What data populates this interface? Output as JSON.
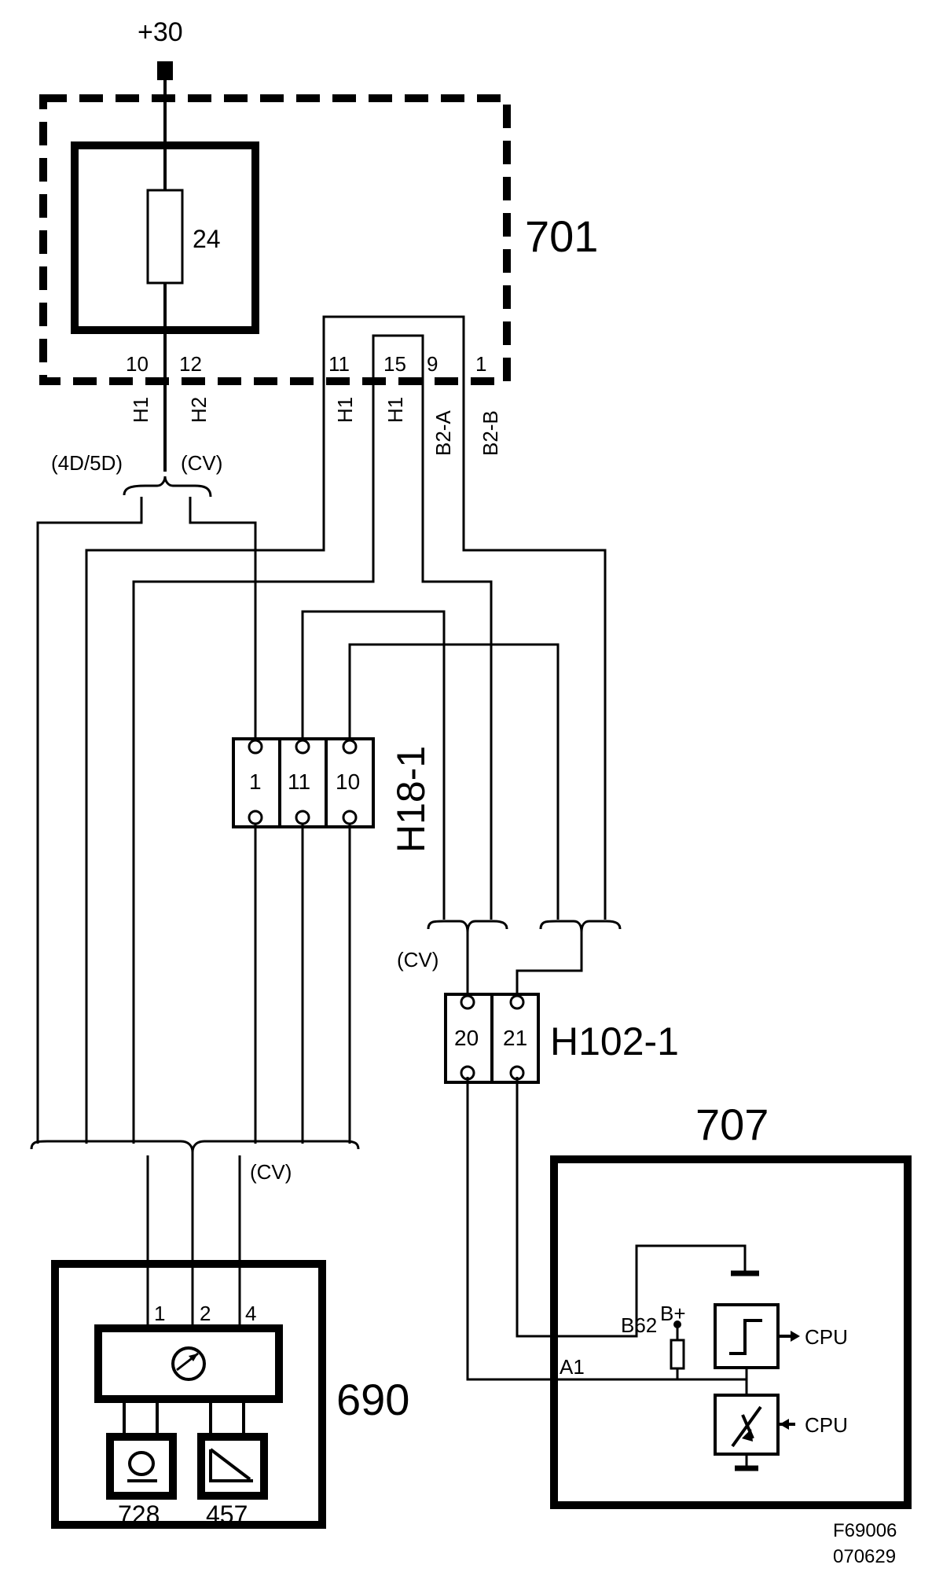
{
  "supply": {
    "label": "+30"
  },
  "ecu_701": {
    "name": "701",
    "fuse": "24",
    "pins": [
      "10",
      "12",
      "11",
      "15",
      "9",
      "1"
    ],
    "connectors": [
      "H1",
      "H2",
      "H1",
      "H1",
      "B2-A",
      "B2-B"
    ]
  },
  "variants": {
    "left": "(4D/5D)",
    "right": "(CV)",
    "cv_mid": "(CV)",
    "cv_bottom": "(CV)"
  },
  "connector_h18": {
    "name": "H18-1",
    "pins": [
      "1",
      "11",
      "10"
    ]
  },
  "connector_h102": {
    "name": "H102-1",
    "pins": [
      "20",
      "21"
    ]
  },
  "unit_690": {
    "name": "690",
    "pins": [
      "1",
      "2",
      "4"
    ],
    "sub_left": "728",
    "sub_right": "457"
  },
  "module_707": {
    "name": "707",
    "labels": {
      "b62": "B62",
      "a1": "A1",
      "bplus": "B+",
      "cpu1": "CPU",
      "cpu2": "CPU"
    }
  },
  "figure": {
    "code": "F69006",
    "date": "070629"
  }
}
